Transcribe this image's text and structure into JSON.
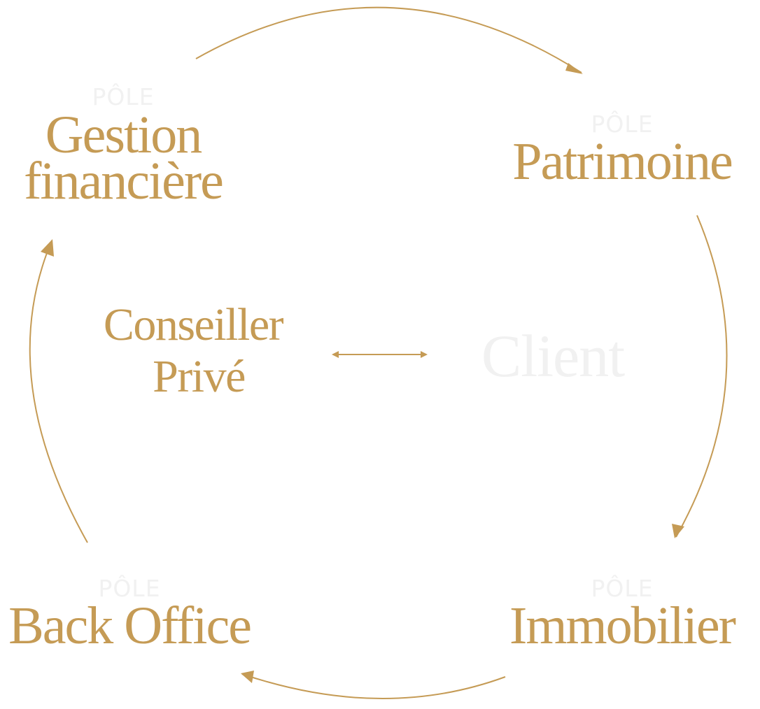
{
  "colors": {
    "accent": "#c59b55",
    "faint": "#f1f1f1"
  },
  "poles": {
    "gestion": {
      "pole": "PÔLE",
      "line1": "Gestion",
      "line2": "financière"
    },
    "patrimoine": {
      "pole": "PÔLE",
      "title": "Patrimoine"
    },
    "immobilier": {
      "pole": "PÔLE",
      "title": "Immobilier"
    },
    "back_office": {
      "pole": "PÔLE",
      "title": "Back Office"
    }
  },
  "center": {
    "advisor_line1": "Conseiller",
    "advisor_line2": "Privé",
    "client": "Client"
  }
}
